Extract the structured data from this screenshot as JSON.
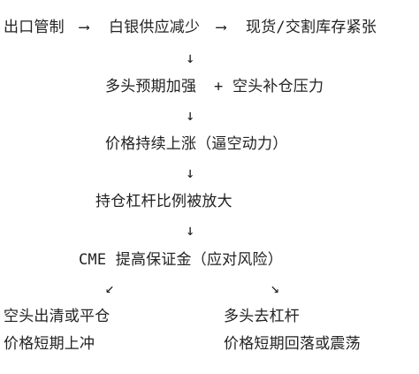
{
  "diagram": {
    "row1": {
      "cause": "出口管制",
      "arrow_a": "⟶",
      "middle": "白银供应减少",
      "arrow_b": "⟶",
      "effect": "现货/交割库存紧张"
    },
    "down1": "↓",
    "row2": {
      "left": "多头预期加强",
      "plus": "+",
      "right": "空头补仓压力"
    },
    "down2": "↓",
    "row3": "价格持续上涨（逼空动力）",
    "down3": "↓",
    "row4": "持仓杠杆比例被放大",
    "down4": "↓",
    "row5": "CME 提高保证金（应对风险）",
    "branch_left_arrow": "↙",
    "branch_right_arrow": "↘",
    "left_branch": {
      "line1": "空头出清或平仓",
      "line2": "价格短期上冲"
    },
    "right_branch": {
      "line1": "多头去杠杆",
      "line2": "价格短期回落或震荡"
    }
  }
}
